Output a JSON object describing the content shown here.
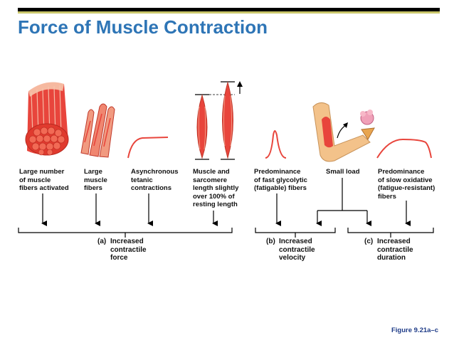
{
  "title": "Force of Muscle Contraction",
  "factors": [
    "Large number\nof muscle\nfibers activated",
    "Large\nmuscle\nfibers",
    "Asynchronous\ntetanic\ncontractions",
    "Muscle and\nsarcomere\nlength slightly\nover 100% of\nresting length",
    "Predominance\nof fast glycolytic\n(fatigable) fibers",
    "Small load",
    "Predominance\nof slow oxidative\n(fatigue-resistant)\nfibers"
  ],
  "outcomes": [
    {
      "tag": "(a)",
      "text": "Increased\ncontractile\nforce"
    },
    {
      "tag": "(b)",
      "text": "Increased\ncontractile\nvelocity"
    },
    {
      "tag": "(c)",
      "text": "Increased\ncontractile\nduration"
    }
  ],
  "figure_ref": "Figure 9.21a–c",
  "colors": {
    "title": "#2e75b6",
    "muscle": "#e8453c",
    "muscle_light": "#f19a80",
    "skin": "#f3c28a",
    "line": "#000000",
    "figure_ref": "#1f3c88"
  }
}
